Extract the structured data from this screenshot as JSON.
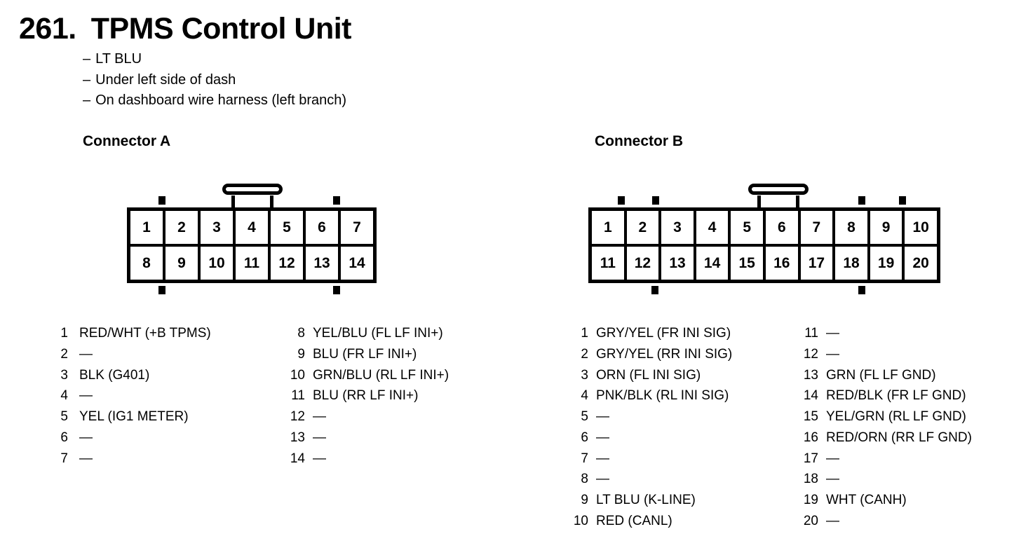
{
  "page": {
    "heading_number": "261.",
    "heading_title": "TPMS Control Unit",
    "bullet_char": "–",
    "notes": [
      "LT BLU",
      "Under left side of dash",
      "On dashboard wire harness (left branch)"
    ]
  },
  "connectors": [
    {
      "label": "Connector A",
      "cells": [
        "1",
        "2",
        "3",
        "4",
        "5",
        "6",
        "7",
        "8",
        "9",
        "10",
        "11",
        "12",
        "13",
        "14"
      ],
      "pin_columns": [
        [
          {
            "n": "1",
            "d": "RED/WHT (+B TPMS)"
          },
          {
            "n": "2",
            "d": "—"
          },
          {
            "n": "3",
            "d": "BLK (G401)"
          },
          {
            "n": "4",
            "d": "—"
          },
          {
            "n": "5",
            "d": "YEL (IG1 METER)"
          },
          {
            "n": "6",
            "d": "—"
          },
          {
            "n": "7",
            "d": "—"
          }
        ],
        [
          {
            "n": "8",
            "d": "YEL/BLU (FL LF INI+)"
          },
          {
            "n": "9",
            "d": "BLU (FR LF INI+)"
          },
          {
            "n": "10",
            "d": "GRN/BLU (RL LF INI+)"
          },
          {
            "n": "11",
            "d": "BLU (RR LF INI+)"
          },
          {
            "n": "12",
            "d": "—"
          },
          {
            "n": "13",
            "d": "—"
          },
          {
            "n": "14",
            "d": "—"
          }
        ]
      ]
    },
    {
      "label": "Connector B",
      "cells": [
        "1",
        "2",
        "3",
        "4",
        "5",
        "6",
        "7",
        "8",
        "9",
        "10",
        "11",
        "12",
        "13",
        "14",
        "15",
        "16",
        "17",
        "18",
        "19",
        "20"
      ],
      "pin_columns": [
        [
          {
            "n": "1",
            "d": "GRY/YEL (FR INI SIG)"
          },
          {
            "n": "2",
            "d": "GRY/YEL (RR INI SIG)"
          },
          {
            "n": "3",
            "d": "ORN (FL INI SIG)"
          },
          {
            "n": "4",
            "d": "PNK/BLK (RL INI SIG)"
          },
          {
            "n": "5",
            "d": "—"
          },
          {
            "n": "6",
            "d": "—"
          },
          {
            "n": "7",
            "d": "—"
          },
          {
            "n": "8",
            "d": "—"
          },
          {
            "n": "9",
            "d": "LT BLU (K-LINE)"
          },
          {
            "n": "10",
            "d": "RED (CANL)"
          }
        ],
        [
          {
            "n": "11",
            "d": "—"
          },
          {
            "n": "12",
            "d": "—"
          },
          {
            "n": "13",
            "d": "GRN (FL LF GND)"
          },
          {
            "n": "14",
            "d": "RED/BLK (FR LF GND)"
          },
          {
            "n": "15",
            "d": "YEL/GRN (RL LF GND)"
          },
          {
            "n": "16",
            "d": "RED/ORN (RR LF GND)"
          },
          {
            "n": "17",
            "d": "—"
          },
          {
            "n": "18",
            "d": "—"
          },
          {
            "n": "19",
            "d": "WHT (CANH)"
          },
          {
            "n": "20",
            "d": "—"
          }
        ]
      ]
    }
  ]
}
